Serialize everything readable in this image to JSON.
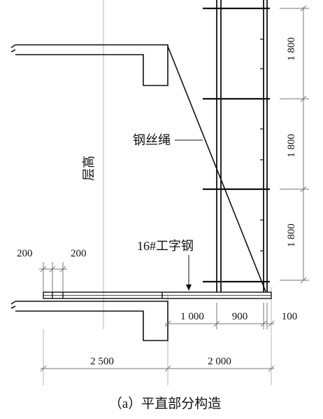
{
  "labels": {
    "floor_height": "层高",
    "wire_rope": "钢丝绳",
    "i_beam": "16#工字钢",
    "caption": "（a）平直部分构造"
  },
  "dimensions": {
    "left_offset_1": "200",
    "left_offset_2": "200",
    "vertical_1": "1 800",
    "vertical_2": "1 800",
    "vertical_3": "1 800",
    "span_1000": "1 000",
    "span_900": "900",
    "span_100": "100",
    "span_2500": "2 500",
    "span_2000": "2 000"
  },
  "colors": {
    "line": "#111111",
    "guide": "#b5b5b5",
    "background": "#ffffff"
  }
}
